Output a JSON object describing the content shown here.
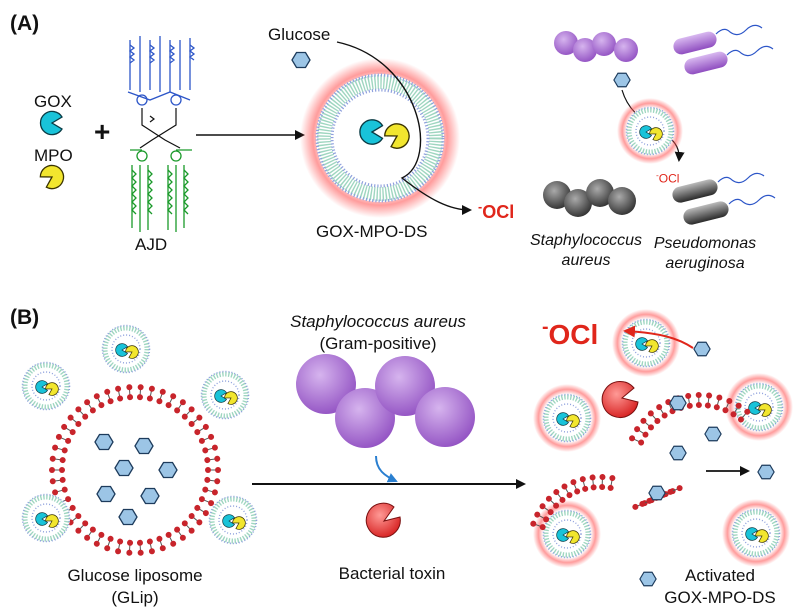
{
  "panel_a": {
    "tag": "(A)",
    "gox_label": "GOX",
    "mpo_label": "MPO",
    "plus": "+",
    "ajd_label": "AJD",
    "glucose_label": "Glucose",
    "product_label": "GOX-MPO-DS",
    "ocl_minus": "-",
    "ocl": "OCl",
    "small_ocl_minus": "-",
    "small_ocl": "OCl",
    "bacteria_1_line1": "Staphylococcus",
    "bacteria_1_line2": "aureus",
    "bacteria_2_line1": "Pseudomonas",
    "bacteria_2_line2": "aeruginosa"
  },
  "panel_b": {
    "tag": "(B)",
    "organism_name": "Staphylococcus aureus",
    "gram_type": "(Gram-positive)",
    "liposome_line1": "Glucose liposome",
    "liposome_line2": "(GLip)",
    "toxin_label": "Bacterial toxin",
    "ocl_minus": "-",
    "ocl": "OCl",
    "activated_line1": "Activated",
    "activated_line2": "GOX-MPO-DS"
  },
  "colors": {
    "gox_enzyme": "#19c3d9",
    "mpo_enzyme": "#f2e62e",
    "glucose": "#9cc5e6",
    "purple_bacteria": "#a064c8",
    "dark_bacteria": "#4a4a4a",
    "lipid_head_red": "#c8242b",
    "toxin": "#e8352f",
    "ocl_red": "#e0261b",
    "ds_hydrophilic": "#2d56c8",
    "ds_hydrophobic": "#1a9a2a"
  }
}
